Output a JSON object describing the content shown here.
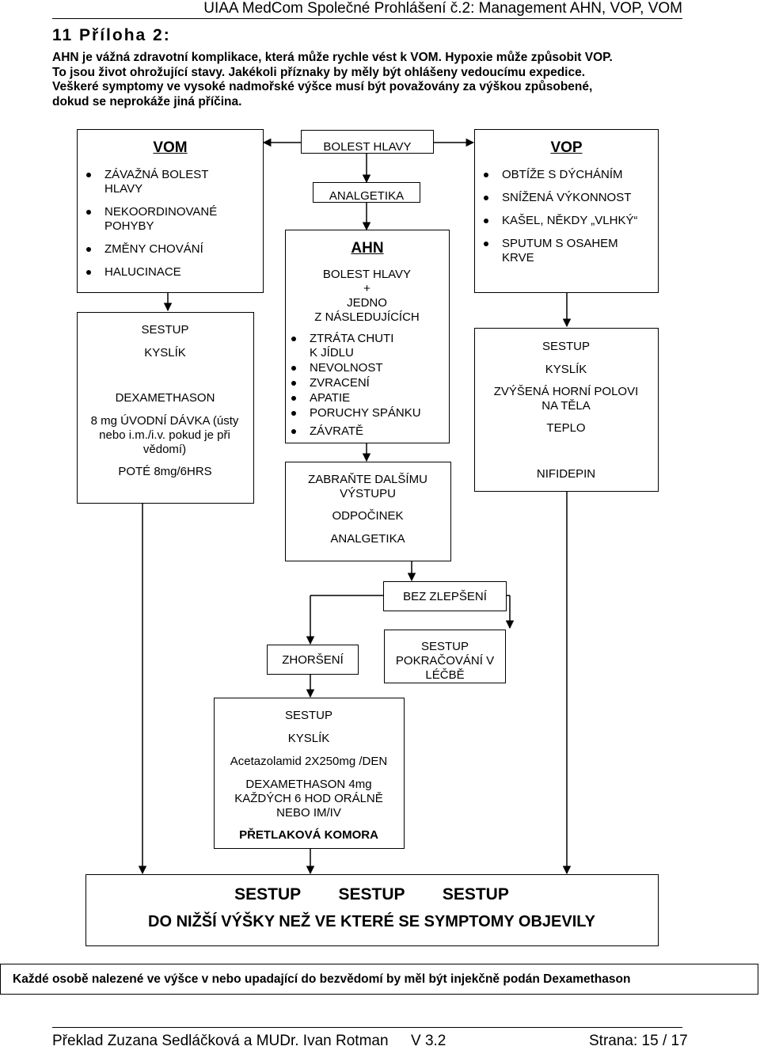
{
  "header": {
    "title": "UIAA MedCom Společné Prohlášení č.2: Management AHN, VOP, VOM"
  },
  "section_title": "11 Příloha 2:",
  "intro": {
    "lines": [
      "AHN je vážná zdravotní komplikace, která může rychle vést k VOM. Hypoxie může způsobit VOP.",
      "To jsou život ohrožující stavy. Jakékoli příznaky by měly být ohlášeny vedoucímu expedice.",
      "Veškeré symptomy ve vysoké nadmořské výšce musí být považovány za výškou způsobené,",
      "dokud se neprokáže jiná příčina."
    ]
  },
  "vom": {
    "title": "VOM",
    "symptoms": [
      "ZÁVAŽNÁ BOLEST HLAVY",
      "NEKOORDINOVANÉ POHYBY",
      "ZMĚNY CHOVÁNÍ",
      "HALUCINACE"
    ],
    "treatment": {
      "descent": "SESTUP",
      "oxygen": "KYSLÍK",
      "drug": "DEXAMETHASON",
      "dose": "8 mg ÚVODNÍ DÁVKA (ústy nebo i.m./i.v. pokud je při vědomí)",
      "then": "POTÉ 8mg/6HRS"
    }
  },
  "center": {
    "headache": "BOLEST HLAVY",
    "analgesics": "ANALGETIKA",
    "ahn": {
      "title": "AHN",
      "line1": "BOLEST HLAVY",
      "line2": "+",
      "line3": "JEDNO",
      "line4": "Z NÁSLEDUJÍCÍCH",
      "symptoms": [
        "ZTRÁTA CHUTI K JÍDLU",
        "NEVOLNOST",
        "ZVRACENÍ",
        "APATIE",
        "PORUCHY SPÁNKU",
        "ZÁVRATĚ"
      ]
    },
    "prevent": {
      "line1": "ZABRAŇTE DALŠÍMU VÝSTUPU",
      "line2": "ODPOČINEK",
      "line3": "ANALGETIKA"
    },
    "no_improvement": "BEZ ZLEPŠENÍ",
    "worsening": "ZHORŠENÍ",
    "descent_continue": "SESTUP POKRAČOVÁNÍ V LÉČBĚ",
    "treatment": {
      "descent": "SESTUP",
      "oxygen": "KYSLÍK",
      "acetazolamide": "Acetazolamid 2X250mg /DEN",
      "dexa": "DEXAMETHASON 4mg KAŽDÝCH 6 HOD ORÁLNĚ NEBO IM/IV",
      "chamber": "PŘETLAKOVÁ KOMORA"
    }
  },
  "vop": {
    "title": "VOP",
    "symptoms": [
      "OBTÍŽE S DÝCHÁNÍM",
      "SNÍŽENÁ VÝKONNOST",
      "KAŠEL, NĚKDY „VLHKÝ“",
      "SPUTUM S OSAHEM KRVE"
    ],
    "treatment": {
      "descent": "SESTUP",
      "oxygen": "KYSLÍK",
      "position": "ZVÝŠENÁ HORNÍ POLOVI NA TĚLA",
      "warmth": "TEPLO",
      "drug": "NIFIDEPIN"
    }
  },
  "bottom": {
    "descent1": "SESTUP",
    "descent2": "SESTUP",
    "descent3": "SESTUP",
    "message": "DO NIŽŠÍ VÝŠKY NEŽ VE KTERÉ SE SYMPTOMY OBJEVILY"
  },
  "note": "Každé osobě nalezené ve výšce v nebo upadající do bezvědomí by měl být injekčně podán Dexamethason",
  "footer": {
    "translation": "Překlad Zuzana Sedláčková a MUDr. Ivan Rotman",
    "version": "V 3.2",
    "page": "Strana: 15 / 17"
  }
}
